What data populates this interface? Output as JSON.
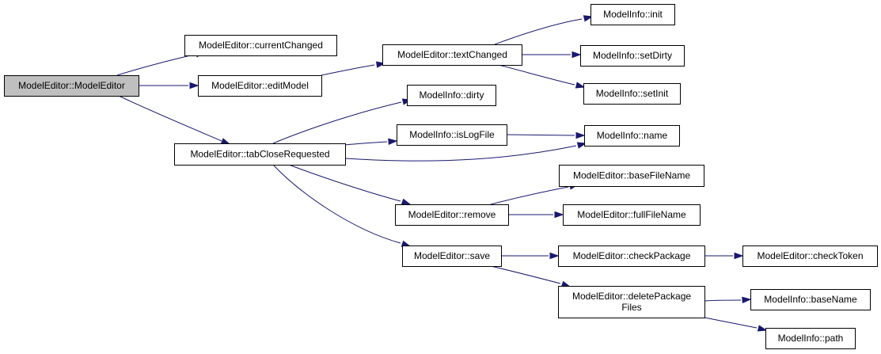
{
  "colors": {
    "edge": "#191970",
    "root_fill": "#bfbfbf",
    "node_fill": "#ffffff",
    "node_border": "#000000"
  },
  "nodes": [
    {
      "id": "n0",
      "name": "ModelEditor::ModelEditor",
      "label": [
        "ModelEditor::ModelEditor"
      ],
      "root": true
    },
    {
      "id": "n1",
      "name": "ModelEditor::currentChanged",
      "label": [
        "ModelEditor::currentChanged"
      ]
    },
    {
      "id": "n2",
      "name": "ModelEditor::editModel",
      "label": [
        "ModelEditor::editModel"
      ]
    },
    {
      "id": "n3",
      "name": "ModelEditor::textChanged",
      "label": [
        "ModelEditor::textChanged"
      ]
    },
    {
      "id": "n4",
      "name": "ModelInfo::init",
      "label": [
        "ModelInfo::init"
      ]
    },
    {
      "id": "n5",
      "name": "ModelInfo::setDirty",
      "label": [
        "ModelInfo::setDirty"
      ]
    },
    {
      "id": "n6",
      "name": "ModelInfo::setInit",
      "label": [
        "ModelInfo::setInit"
      ]
    },
    {
      "id": "n7",
      "name": "ModelEditor::tabCloseRequested",
      "label": [
        "ModelEditor::tabCloseRequested"
      ]
    },
    {
      "id": "n8",
      "name": "ModelInfo::dirty",
      "label": [
        "ModelInfo::dirty"
      ]
    },
    {
      "id": "n9",
      "name": "ModelInfo::isLogFile",
      "label": [
        "ModelInfo::isLogFile"
      ]
    },
    {
      "id": "n10",
      "name": "ModelInfo::name",
      "label": [
        "ModelInfo::name"
      ]
    },
    {
      "id": "n11",
      "name": "ModelEditor::remove",
      "label": [
        "ModelEditor::remove"
      ]
    },
    {
      "id": "n12",
      "name": "ModelEditor::baseFileName",
      "label": [
        "ModelEditor::baseFileName"
      ]
    },
    {
      "id": "n13",
      "name": "ModelEditor::fullFileName",
      "label": [
        "ModelEditor::fullFileName"
      ]
    },
    {
      "id": "n14",
      "name": "ModelEditor::save",
      "label": [
        "ModelEditor::save"
      ]
    },
    {
      "id": "n15",
      "name": "ModelEditor::checkPackage",
      "label": [
        "ModelEditor::checkPackage"
      ]
    },
    {
      "id": "n16",
      "name": "ModelEditor::checkToken",
      "label": [
        "ModelEditor::checkToken"
      ]
    },
    {
      "id": "n17",
      "name": "ModelEditor::deletePackageFiles",
      "label": [
        "ModelEditor::deletePackage",
        "Files"
      ]
    },
    {
      "id": "n18",
      "name": "ModelInfo::baseName",
      "label": [
        "ModelInfo::baseName"
      ]
    },
    {
      "id": "n19",
      "name": "ModelInfo::path",
      "label": [
        "ModelInfo::path"
      ]
    }
  ],
  "edges": [
    {
      "from": "n0",
      "to": "n1"
    },
    {
      "from": "n0",
      "to": "n2"
    },
    {
      "from": "n0",
      "to": "n7"
    },
    {
      "from": "n2",
      "to": "n3"
    },
    {
      "from": "n3",
      "to": "n4"
    },
    {
      "from": "n3",
      "to": "n5"
    },
    {
      "from": "n3",
      "to": "n6"
    },
    {
      "from": "n7",
      "to": "n8"
    },
    {
      "from": "n7",
      "to": "n9"
    },
    {
      "from": "n7",
      "to": "n10"
    },
    {
      "from": "n7",
      "to": "n11"
    },
    {
      "from": "n7",
      "to": "n14"
    },
    {
      "from": "n9",
      "to": "n10"
    },
    {
      "from": "n11",
      "to": "n12"
    },
    {
      "from": "n11",
      "to": "n13"
    },
    {
      "from": "n14",
      "to": "n15"
    },
    {
      "from": "n14",
      "to": "n17"
    },
    {
      "from": "n15",
      "to": "n16"
    },
    {
      "from": "n17",
      "to": "n18"
    },
    {
      "from": "n17",
      "to": "n19"
    }
  ]
}
